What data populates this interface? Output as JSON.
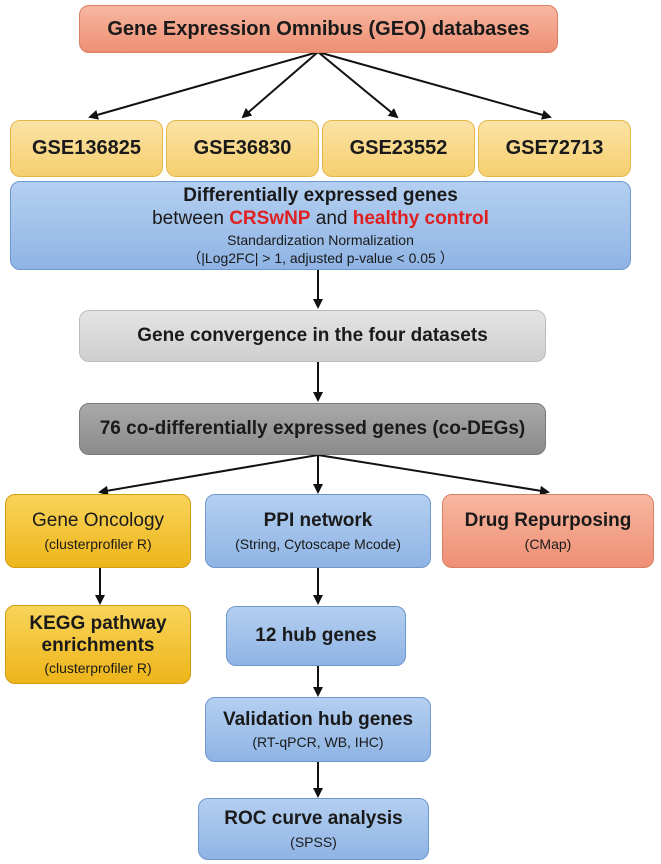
{
  "top": {
    "title": "Gene Expression Omnibus (GEO) databases"
  },
  "datasets": [
    "GSE136825",
    "GSE36830",
    "GSE23552",
    "GSE72713"
  ],
  "deg": {
    "line1": "Differentially expressed genes",
    "between": "between",
    "group1": "CRSwNP",
    "and": "and",
    "group2": "healthy control",
    "line3": "Standardization Normalization",
    "line4": "（|Log2FC| > 1, adjusted p-value < 0.05 ）"
  },
  "convergence": {
    "title": "Gene convergence in the four datasets"
  },
  "codegs": {
    "title": "76 co-differentially expressed genes (co-DEGs)"
  },
  "gene_oncology": {
    "title": "Gene Oncology",
    "sub": "(clusterprofiler R)"
  },
  "ppi": {
    "title": "PPI network",
    "sub": "(String, Cytoscape Mcode)"
  },
  "drug": {
    "title": "Drug Repurposing",
    "sub": "(CMap)"
  },
  "kegg": {
    "title1": "KEGG pathway",
    "title2": "enrichments",
    "sub": "(clusterprofiler R)"
  },
  "hub": {
    "title": "12 hub genes"
  },
  "validation": {
    "title": "Validation hub genes",
    "sub": "(RT-qPCR, WB, IHC)"
  },
  "roc": {
    "title": "ROC curve analysis",
    "sub": "(SPSS)"
  }
}
